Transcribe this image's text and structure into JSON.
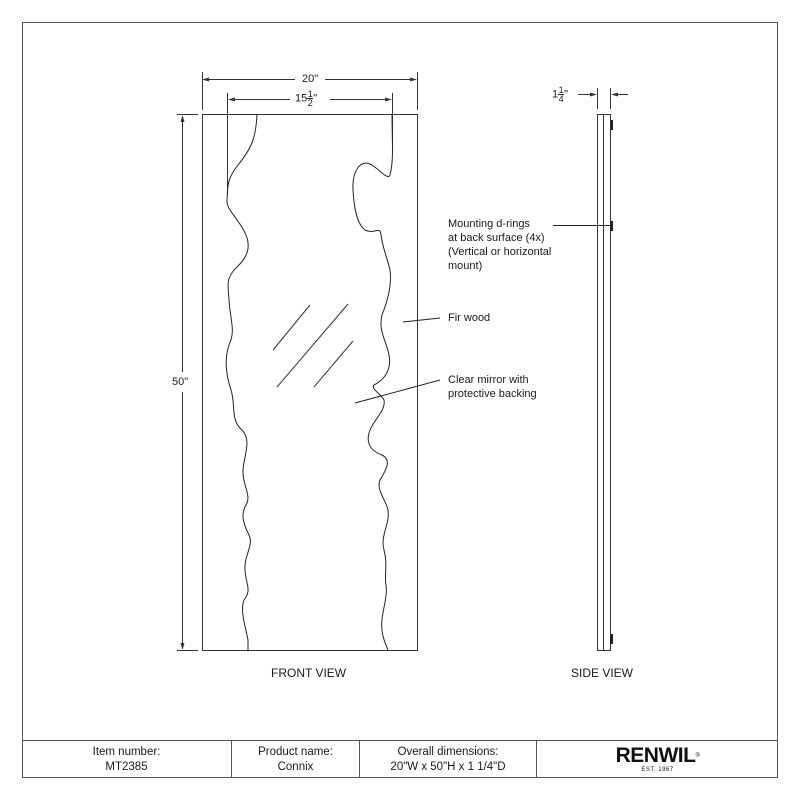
{
  "drawing": {
    "front_view": {
      "label": "FRONT VIEW",
      "width_dim": "20\"",
      "inner_width_dim_whole": "15",
      "inner_width_dim_num": "1",
      "inner_width_dim_den": "2",
      "inner_width_dim_suffix": "\"",
      "height_dim": "50\""
    },
    "side_view": {
      "label": "SIDE VIEW",
      "depth_dim_whole": "1",
      "depth_dim_num": "1",
      "depth_dim_den": "4",
      "depth_dim_suffix": "\""
    },
    "callouts": {
      "d_rings": [
        "Mounting d-rings",
        "at back surface (4x)",
        "(Vertical or horizontal",
        "mount)"
      ],
      "fir_wood": "Fir wood",
      "mirror": [
        "Clear mirror with",
        "protective backing"
      ]
    },
    "line_color": "#333333"
  },
  "title_block": {
    "item_number_label": "Item number:",
    "item_number": "MT2385",
    "product_name_label": "Product name:",
    "product_name": "Connix",
    "dimensions_label": "Overall dimensions:",
    "dimensions": "20\"W x 50\"H x 1 1/4\"D",
    "brand": {
      "name": "RENWIL",
      "registered": "®",
      "tagline": "EST. 1967"
    }
  }
}
